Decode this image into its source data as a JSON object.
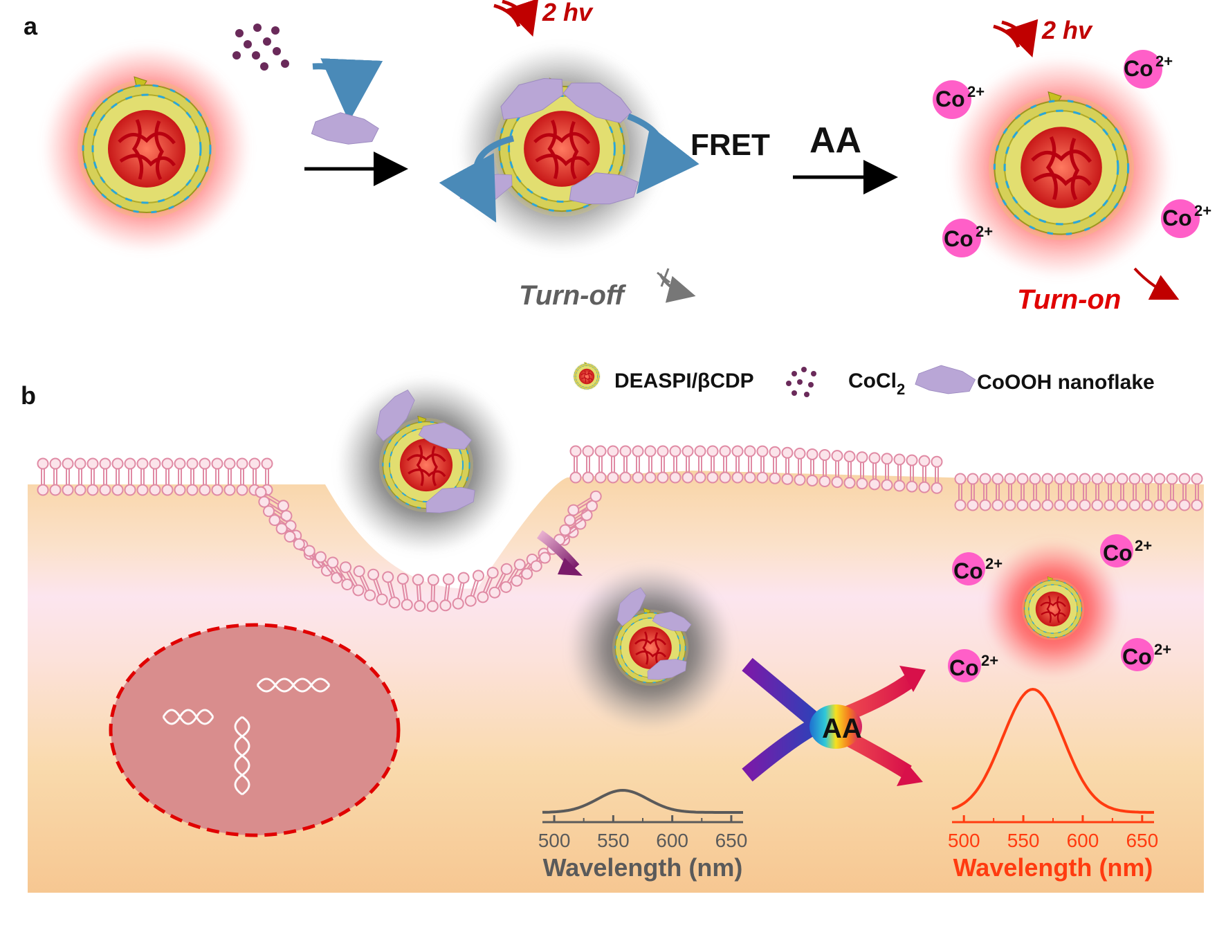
{
  "panel_a": {
    "label": "a",
    "light_1": "2 hv",
    "light_2": "2 hv",
    "fret": "FRET",
    "reagent": "AA",
    "turn_off": "Turn-off",
    "turn_on": "Turn-on",
    "ion": "Co",
    "ion_charge": "2+"
  },
  "panel_b": {
    "label": "b",
    "legend": {
      "probe": "DEASPI/βCDP",
      "cocl2_main": "CoCl",
      "cocl2_sub": "2",
      "flake": "CoOOH nanoflake"
    },
    "reagent": "AA",
    "ion": "Co",
    "ion_charge": "2+",
    "spectrum_off": {
      "xlabel": "Wavelength (nm)",
      "ticks": [
        "500",
        "550",
        "600",
        "650"
      ],
      "color": "#5a5a5a"
    },
    "spectrum_on": {
      "xlabel": "Wavelength (nm)",
      "ticks": [
        "500",
        "550",
        "600",
        "650"
      ],
      "color": "#ff3b10"
    }
  },
  "colors": {
    "red_text": "#cc0000",
    "gray_text": "#5f5f5f",
    "ion_pink": "#ff5fc8",
    "flake": "#b9a6d6",
    "membrane": "#f0a2b8",
    "nucleus": "#d98d8d"
  }
}
